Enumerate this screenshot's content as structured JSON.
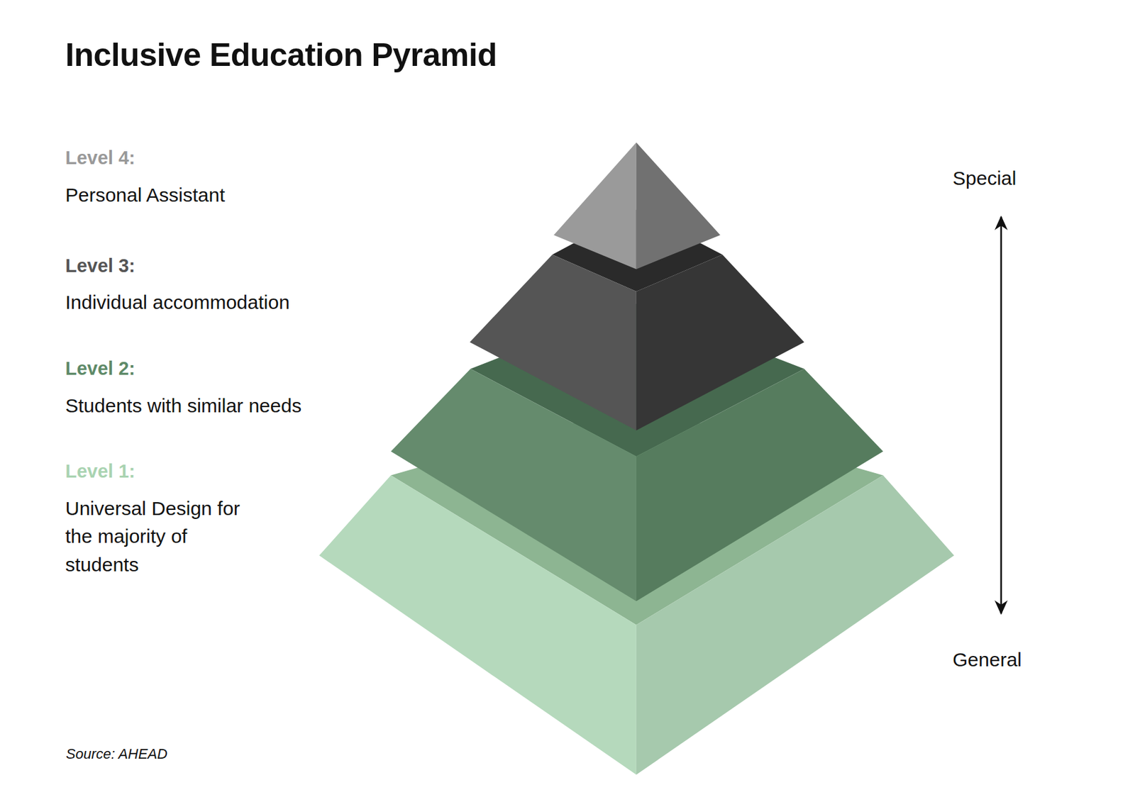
{
  "diagram": {
    "title": "Inclusive Education Pyramid",
    "caption": "Source: AHEAD",
    "labels": [
      "Level 4:",
      "Personal Assistant",
      "Level 3:",
      "Individual accommodation",
      "Level 2:",
      "Students with similar needs",
      "Level 1:",
      "Universal Design for the majority of students",
      "Special",
      "General"
    ]
  }
}
